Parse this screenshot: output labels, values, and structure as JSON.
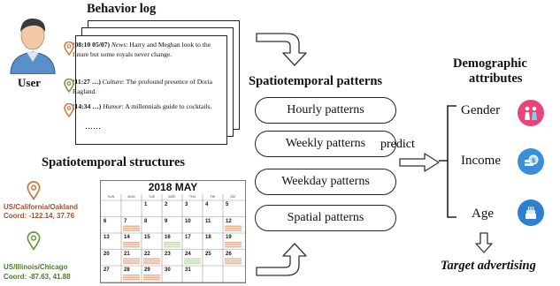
{
  "user": {
    "label": "User"
  },
  "behavior_log": {
    "title": "Behavior log",
    "entries": [
      {
        "timestamp": "(08:10 05/07)",
        "category": "News",
        "text": ": Harry and Meghan look to the future but some royals never change."
      },
      {
        "timestamp": "(11:27 …)",
        "category": "Culture",
        "text": ": The profound presence of Doria Ragland."
      },
      {
        "timestamp": "(14:34 …)",
        "category": "Humor",
        "text": ": A millennials guide to cocktails."
      }
    ],
    "ellipsis": "……"
  },
  "structures": {
    "title": "Spatiotemporal structures",
    "locations": [
      {
        "place": "US/California/Oakland",
        "coord": "Coord: -122.14, 37.76",
        "color": "#a0522d",
        "pin_color": "#c8783c"
      },
      {
        "place": "US/Illinois/Chicago",
        "coord": "Coord: -87.63, 41.88",
        "color": "#4e7a2e",
        "pin_color": "#6a9a3c"
      }
    ],
    "calendar": {
      "title": "2018  MAY",
      "days_of_week": [
        "SUN",
        "MON",
        "TUE",
        "WED",
        "THU",
        "FRI",
        "SAT"
      ],
      "weeks": [
        [
          "",
          "",
          "1",
          "2",
          "3",
          "4",
          "5"
        ],
        [
          "6",
          "7",
          "8",
          "9",
          "10",
          "11",
          "12"
        ],
        [
          "13",
          "14",
          "15",
          "16",
          "17",
          "18",
          "19"
        ],
        [
          "20",
          "21",
          "22",
          "23",
          "24",
          "25",
          "26"
        ],
        [
          "27",
          "28",
          "29",
          "30",
          "31",
          "",
          ""
        ]
      ]
    }
  },
  "patterns": {
    "title": "Spatiotemporal patterns",
    "items": [
      "Hourly patterns",
      "Weekly patterns",
      "Weekday patterns",
      "Spatial patterns"
    ]
  },
  "predict_label": "predict",
  "demographics": {
    "title_line1": "Demographic",
    "title_line2": "attributes",
    "attributes": [
      {
        "label": "Gender",
        "icon": "people-icon",
        "color": "#e8457a"
      },
      {
        "label": "Income",
        "icon": "coin-icon",
        "color": "#3b8fd9"
      },
      {
        "label": "Age",
        "icon": "cake-icon",
        "color": "#2f7fd0"
      }
    ]
  },
  "target": {
    "label": "Target advertising"
  }
}
